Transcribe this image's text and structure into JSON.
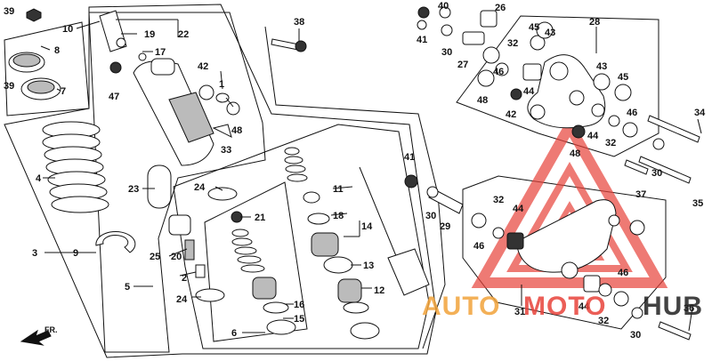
{
  "callouts": {
    "c1": "1",
    "c2": "2",
    "c3": "3",
    "c4": "4",
    "c5": "5",
    "c6": "6",
    "c7": "7",
    "c8": "8",
    "c9": "9",
    "c10": "10",
    "c11": "11",
    "c12": "12",
    "c13": "13",
    "c14": "14",
    "c15": "15",
    "c16": "16",
    "c17": "17",
    "c18": "18",
    "c19": "19",
    "c20": "20",
    "c21": "21",
    "c22": "22",
    "c23": "23",
    "c24a": "24",
    "c24b": "24",
    "c25": "25",
    "c26": "26",
    "c27": "27",
    "c28": "28",
    "c29": "29",
    "c30a": "30",
    "c30b": "30",
    "c30c": "30",
    "c30d": "30",
    "c31": "31",
    "c32a": "32",
    "c32b": "32",
    "c32c": "32",
    "c32d": "32",
    "c33": "33",
    "c34": "34",
    "c35": "35",
    "c36": "36",
    "c37": "37",
    "c38": "38",
    "c39": "39",
    "c40": "40",
    "c41a": "41",
    "c41b": "41",
    "c42a": "42",
    "c42b": "42",
    "c43a": "43",
    "c43b": "43",
    "c44a": "44",
    "c44b": "44",
    "c44c": "44",
    "c44d": "44",
    "c45a": "45",
    "c45b": "45",
    "c46a": "46",
    "c46b": "46",
    "c46c": "46",
    "c46d": "46",
    "c47": "47",
    "c48a": "48",
    "c48b": "48",
    "c48c": "48"
  },
  "direction_label": "FR.",
  "watermark": {
    "text_auto": "AUTO",
    "text_moto": "MOTO",
    "text_hub": "HUB",
    "color_red": "#e8423a",
    "color_orange": "#f2a33a",
    "color_dark": "#222222"
  },
  "icons": {
    "arrow": "front-direction-arrow-icon",
    "logo": "automotohub-triangle-logo-icon"
  }
}
